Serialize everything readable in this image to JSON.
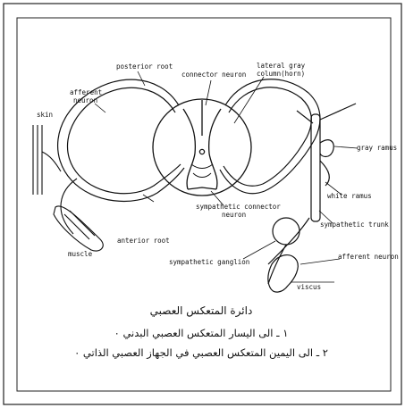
{
  "figure": {
    "labels": {
      "posterior_root": "posterior root",
      "connector_neuron": "connector neuron",
      "lateral_gray_1": "lateral gray",
      "lateral_gray_2": "column(horn)",
      "afferent_neuron_1": "afferent",
      "afferent_neuron_2": "neuron",
      "skin": "skin",
      "gray_ramus": "gray ramus",
      "white_ramus": "white ramus",
      "sympathetic_trunk": "sympathetic trunk",
      "anterior_root": "anterior root",
      "sympathetic_connector_1": "sympathetic connector",
      "sympathetic_connector_2": "neuron",
      "muscle": "muscle",
      "sympathetic_ganglion": "sympathetic ganglion",
      "afferent_neuron_right": "afferent neuron",
      "viscus": "viscus"
    }
  },
  "caption": {
    "title": "دائرة المتعكس العصبي",
    "line1": "١ ـ الى اليسار  المتعكس العصبي البدني ٠",
    "line2": "٢ ـ الى اليمين  المتعكس العصبي في الجهاز العصبي الذاتي ٠"
  }
}
